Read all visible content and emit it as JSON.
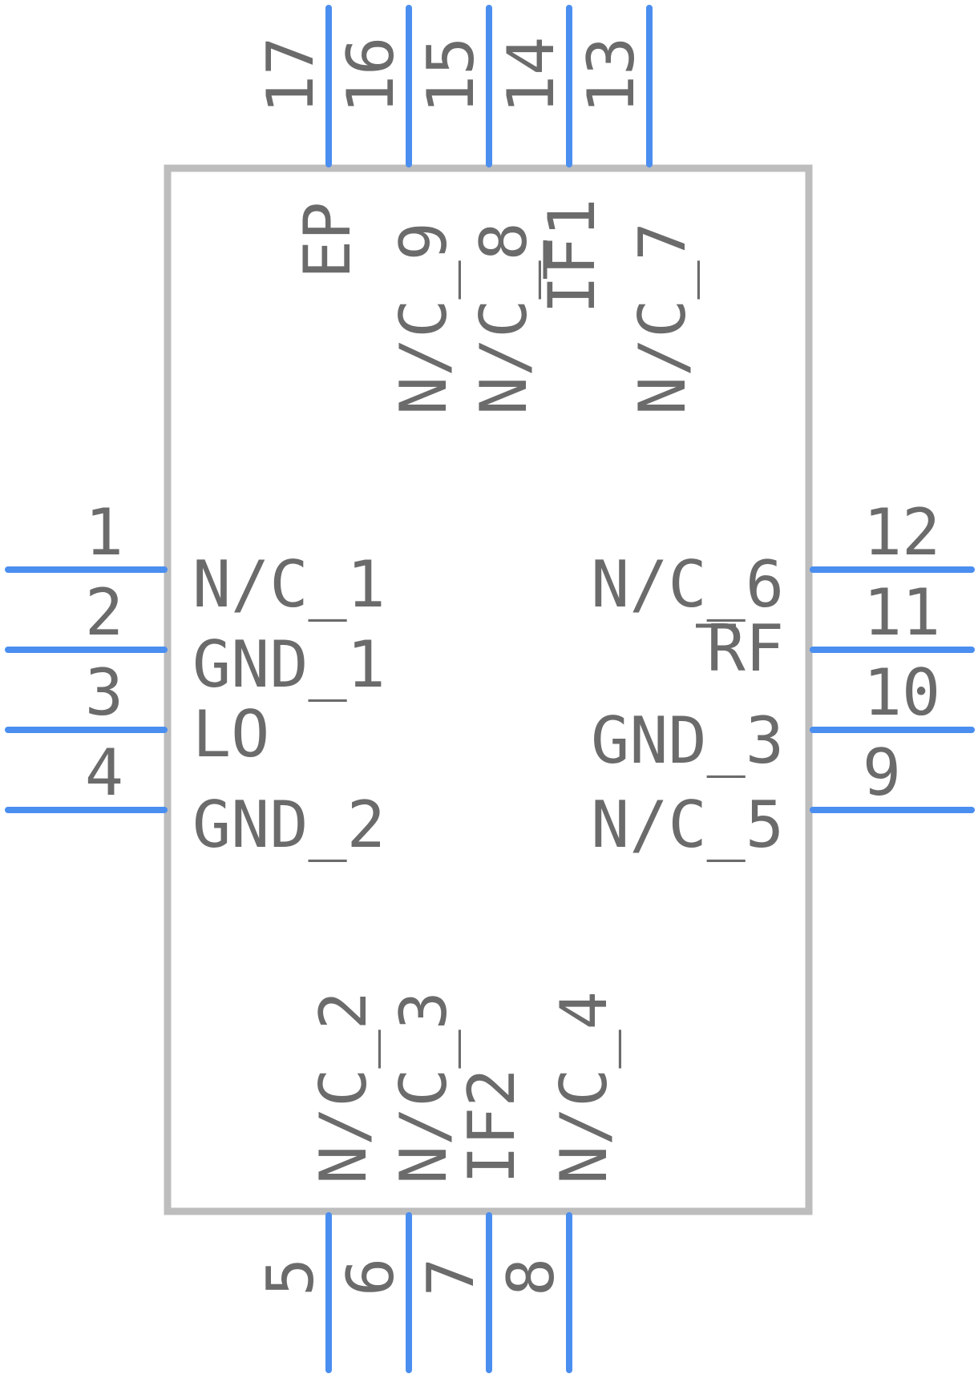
{
  "component": {
    "pins": [
      {
        "number": "1",
        "name": "N/C_1",
        "side": "left"
      },
      {
        "number": "2",
        "name": "GND_1",
        "side": "left"
      },
      {
        "number": "3",
        "name": "LO",
        "side": "left"
      },
      {
        "number": "4",
        "name": "GND_2",
        "side": "left"
      },
      {
        "number": "5",
        "name": "N/C_2",
        "side": "bottom"
      },
      {
        "number": "6",
        "name": "N/C_3",
        "side": "bottom"
      },
      {
        "number": "7",
        "name": "IF2",
        "side": "bottom"
      },
      {
        "number": "8",
        "name": "N/C_4",
        "side": "bottom"
      },
      {
        "number": "9",
        "name": "N/C_5",
        "side": "right"
      },
      {
        "number": "10",
        "name": "GND_3",
        "side": "right"
      },
      {
        "number": "11",
        "name": "RF",
        "side": "right"
      },
      {
        "number": "12",
        "name": "N/C_6",
        "side": "right"
      },
      {
        "number": "13",
        "name": "N/C_7",
        "side": "top"
      },
      {
        "number": "14",
        "name": "IF1",
        "side": "top"
      },
      {
        "number": "15",
        "name": "N/C_8",
        "side": "top"
      },
      {
        "number": "16",
        "name": "N/C_9",
        "side": "top"
      },
      {
        "number": "17",
        "name": "EP",
        "side": "top"
      }
    ]
  },
  "colors": {
    "pin": "#4a8ef0",
    "body": "#bdbdbd",
    "text": "#6b6b6b"
  }
}
